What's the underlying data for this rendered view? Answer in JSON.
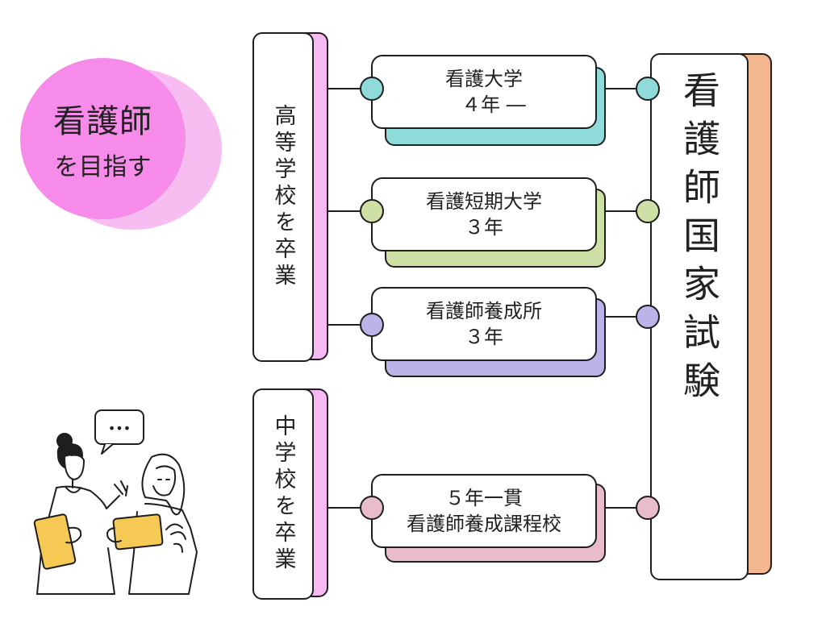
{
  "badge": {
    "title": "看護師",
    "subtitle": "を目指す"
  },
  "left_groups": {
    "high_school": "高等学校を卒業",
    "junior_high": "中学校を卒業"
  },
  "routes": [
    {
      "name_line": "看護大学",
      "years_line": "　４年 ―",
      "color": "#8edbd9"
    },
    {
      "name_line": "看護短期大学",
      "years_line": "３年",
      "color": "#cfe0a7"
    },
    {
      "name_line": "看護師養成所",
      "years_line": "３年",
      "color": "#bcb3e8"
    },
    {
      "name_line": "５年一貫",
      "years_line": "看護師養成課程校",
      "color": "#e8bccb"
    }
  ],
  "exam": {
    "label": "看護師国家試験",
    "color": "#f2b78e"
  },
  "colors": {
    "badge": "#f68bea",
    "badge_back": "#f7bdf0",
    "left_shadow": "#f6b9f2",
    "tablet": "#f6c955"
  },
  "illustration": {
    "speech_bubble_text": "•••"
  }
}
